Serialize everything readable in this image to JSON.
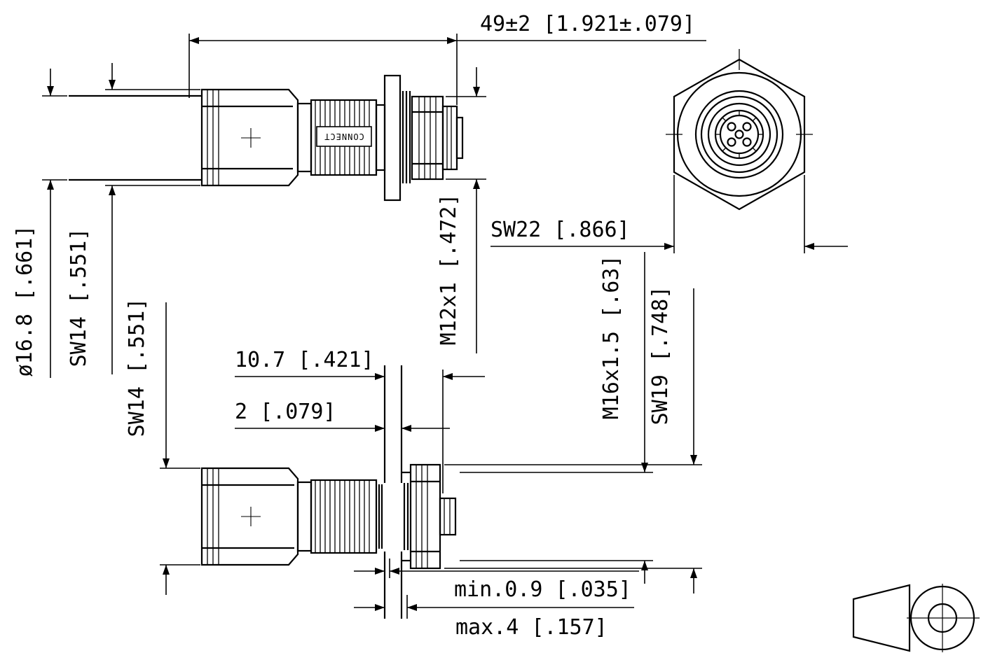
{
  "drawing": {
    "background": "#ffffff",
    "line_color": "#000000",
    "dims": {
      "overall_length": "49±2 [1.921±.079]",
      "cable_diameter": "ø16.8 [.661]",
      "hex_sw14_upper": "SW14 [.551]",
      "hex_sw14_lower": "SW14 [.551]",
      "thread_m12": "M12x1 [.472]",
      "hex_sw22": "SW22 [.866]",
      "thread_m16": "M16x1.5 [.63]",
      "hex_sw19": "SW19 [.748]",
      "mount_depth": "10.7 [.421]",
      "washer_thickness": "2 [.079]",
      "panel_min": "min.0.9 [.035]",
      "panel_max": "max.4 [.157]"
    },
    "body_label": "CONNECT"
  }
}
